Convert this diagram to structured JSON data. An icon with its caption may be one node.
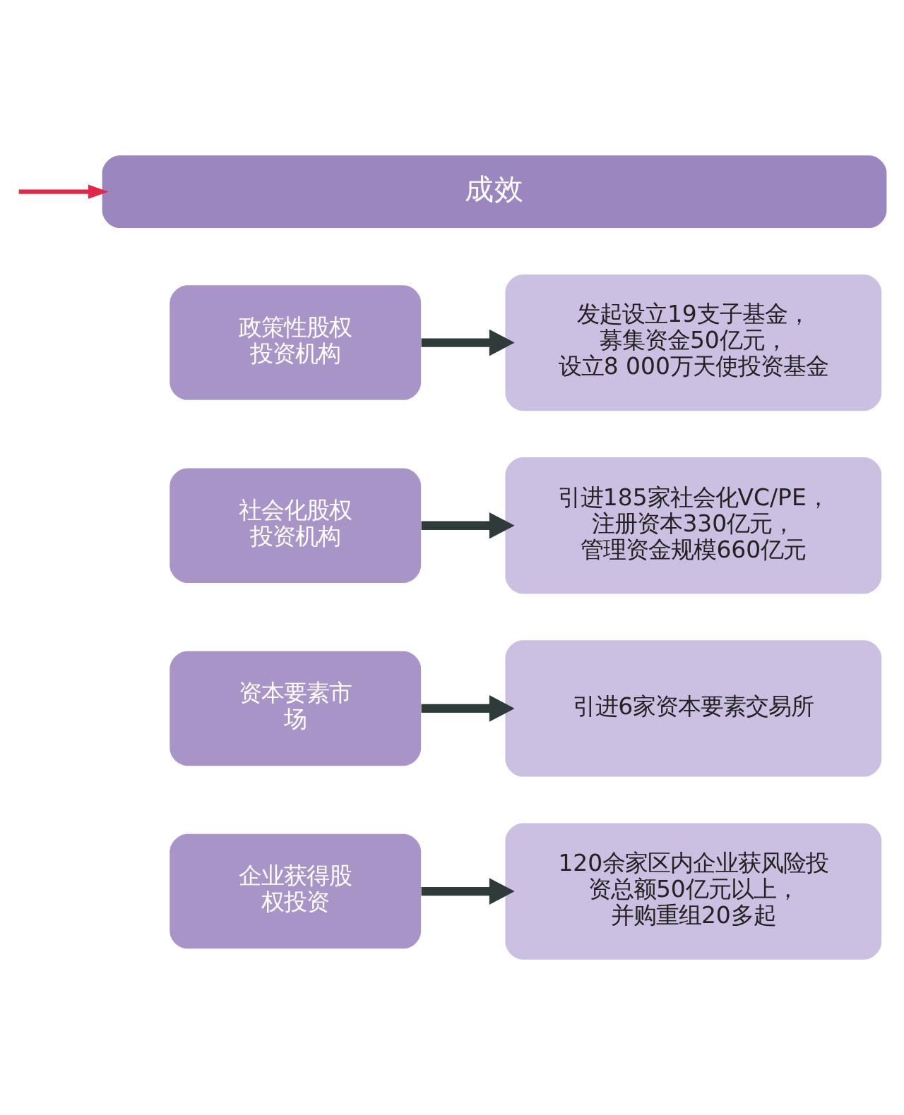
{
  "diagram": {
    "nodes": [
      {
        "text": [
          "成效"
        ]
      },
      {
        "text": [
          "政策性股权投资机构"
        ]
      },
      {
        "text": [
          "发起设立19支子基金，募集资金50亿元，设立8 000万天使投资基金"
        ]
      },
      {
        "text": [
          "社会化股权投资机构"
        ]
      },
      {
        "text": [
          "引进185家社会化VC/PE，注册资本330亿元，管理资金规模660亿元"
        ]
      },
      {
        "text": [
          "资本要素市场"
        ]
      },
      {
        "text": [
          "引进6家资本要素交易所"
        ]
      },
      {
        "text": [
          "企业获得股权投资"
        ]
      },
      {
        "text": [
          "120余家区内企业获风险投资总额50亿元以上，并购重组20多起"
        ]
      }
    ],
    "edges": [
      {
        "from": null,
        "to": 0,
        "arrow": "to",
        "color": "#e0284a"
      },
      {
        "from": 1,
        "to": 2,
        "arrow": "to"
      },
      {
        "from": 3,
        "to": 4,
        "arrow": "to"
      },
      {
        "from": 5,
        "to": 6,
        "arrow": "to"
      },
      {
        "from": 7,
        "to": 8,
        "arrow": "to"
      }
    ]
  }
}
